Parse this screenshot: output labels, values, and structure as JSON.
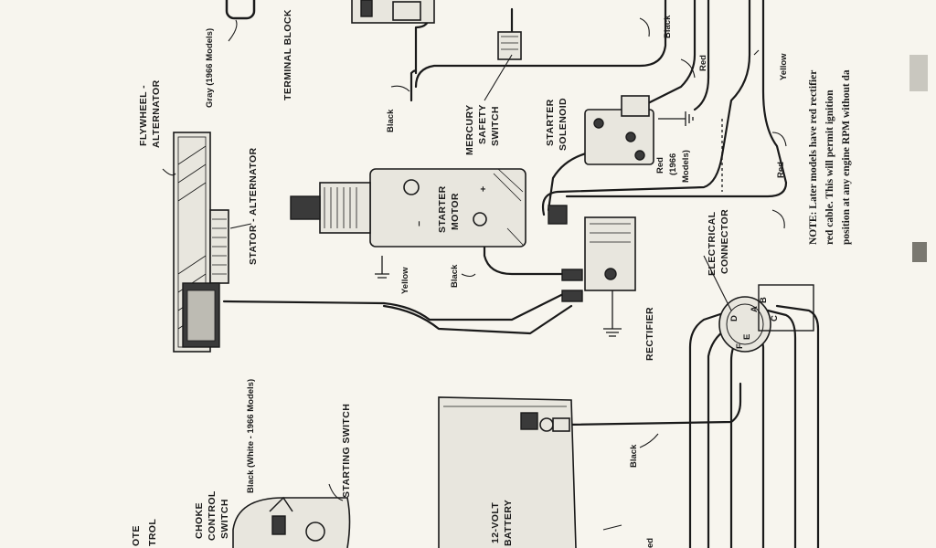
{
  "labels": {
    "gray_1966": "Gray (1966 Models)",
    "terminal_block": "TERMINAL BLOCK",
    "flywheel_1": "FLYWHEEL -",
    "flywheel_2": "ALTERNATOR",
    "stator": "STATOR - ALTERNATOR",
    "black_top": "Black",
    "mercury_1": "MERCURY",
    "mercury_2": "SAFETY",
    "mercury_3": "SWITCH",
    "starter_motor_1": "STARTER",
    "starter_motor_2": "MOTOR",
    "starter_solenoid_1": "STARTER",
    "starter_solenoid_2": "SOLENOID",
    "black_upper": "Black",
    "red_upper": "Red",
    "yellow_upper": "Yellow",
    "red_1966_1": "Red",
    "red_1966_2": "(1966",
    "red_1966_3": "Models)",
    "red_lower": "Red",
    "electrical_connector_1": "ELECTRICAL",
    "electrical_connector_2": "CONNECTOR",
    "yellow_mid": "Yellow",
    "black_mid": "Black",
    "rectifier": "RECTIFIER",
    "black_white_1966": "Black (White - 1966 Models)",
    "starting_switch": "STARTING SWITCH",
    "choke_1": "CHOKE",
    "choke_2": "CONTROL",
    "choke_3": "SWITCH",
    "remote_1": "OTE",
    "remote_2": "TROL",
    "battery_1": "12-VOLT",
    "battery_2": "BATTERY",
    "black_battery": "Black",
    "red_bottom": "ed",
    "pin_a": "A",
    "pin_b": "B",
    "pin_c": "C",
    "pin_d": "D",
    "pin_e": "E",
    "pin_f": "F",
    "motor_plus": "+",
    "motor_minus": "−"
  },
  "note": {
    "line1": "NOTE: Later models have red rectifier",
    "line2": "red cable. This will permit ignition",
    "line3": "position at any engine RPM without da"
  }
}
